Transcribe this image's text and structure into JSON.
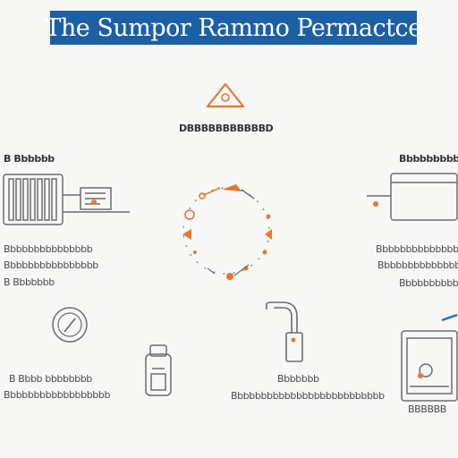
{
  "banner": {
    "title": "The Sumpor Rammo Permactce"
  },
  "center": {
    "caption": "DBBBBBBBBBBBD"
  },
  "left_unit": {
    "title": "B Bbbbbb",
    "lines": [
      "Bbbbbbbbbbbbbbb",
      "Bbbbbbbbbbbbbbbb",
      "B Bbbbbbb"
    ]
  },
  "right_unit": {
    "title": "Bbbbbbbbb",
    "lines": [
      "Bbbbbbbbbbbbbbbb",
      "Bbbbbbbbbbbbbbbb",
      "Bbbbbbbbbbb"
    ]
  },
  "bottom_left": {
    "lines": [
      "B Bbbb bbbbbbbb",
      "Bbbbbbbbbbbbbbbbbb"
    ]
  },
  "bottom_center": {
    "lines": [
      "Bbbbbbb",
      "Bbbbbbbbbbbbbbbbbbbbbbbbbb"
    ]
  },
  "bottom_right": {
    "lines": [
      "BBBBBB"
    ]
  },
  "colors": {
    "banner": "#1d5fa3",
    "accent_orange": "#e8772e",
    "accent_blue": "#2b6fb8",
    "line_gray": "#6d6d6d"
  }
}
